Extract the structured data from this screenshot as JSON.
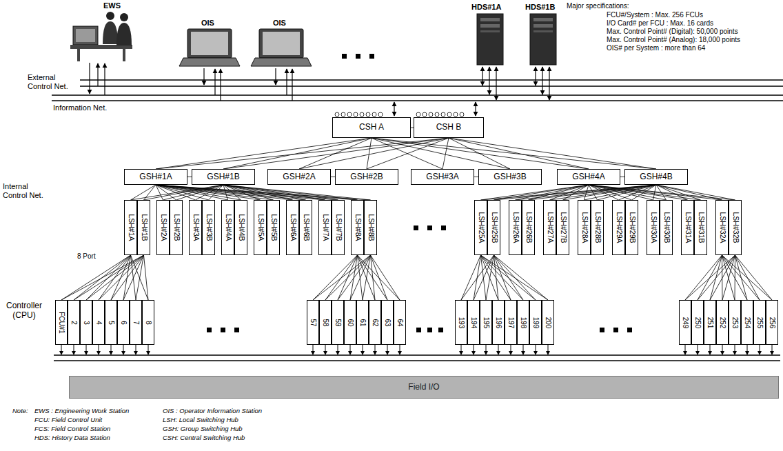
{
  "diagram": {
    "nodes": [
      {
        "text": [
          "CSH A"
        ]
      },
      {
        "text": [
          "CSH B"
        ]
      },
      {
        "text": [
          "GSH#1A"
        ]
      },
      {
        "text": [
          "GSH#1B"
        ]
      },
      {
        "text": [
          "GSH#2A"
        ]
      },
      {
        "text": [
          "GSH#2B"
        ]
      },
      {
        "text": [
          "GSH#3A"
        ]
      },
      {
        "text": [
          "GSH#3B"
        ]
      },
      {
        "text": [
          "GSH#4A"
        ]
      },
      {
        "text": [
          "GSH#4B"
        ]
      },
      {
        "text": [
          "LSH#1A"
        ]
      },
      {
        "text": [
          "LSH#1B"
        ]
      },
      {
        "text": [
          "LSH#2A"
        ]
      },
      {
        "text": [
          "LSH#2B"
        ]
      },
      {
        "text": [
          "LSH#3A"
        ]
      },
      {
        "text": [
          "LSH#3B"
        ]
      },
      {
        "text": [
          "LSH#4A"
        ]
      },
      {
        "text": [
          "LSH#4B"
        ]
      },
      {
        "text": [
          "LSH#5A"
        ]
      },
      {
        "text": [
          "LSH#5B"
        ]
      },
      {
        "text": [
          "LSH#6A"
        ]
      },
      {
        "text": [
          "LSH#6B"
        ]
      },
      {
        "text": [
          "LSH#7A"
        ]
      },
      {
        "text": [
          "LSH#7B"
        ]
      },
      {
        "text": [
          "LSH#8A"
        ]
      },
      {
        "text": [
          "LSH#8B"
        ]
      },
      {
        "text": [
          "LSH#25A"
        ]
      },
      {
        "text": [
          "LSH#25B"
        ]
      },
      {
        "text": [
          "LSH#26A"
        ]
      },
      {
        "text": [
          "LSH#26B"
        ]
      },
      {
        "text": [
          "LSH#27A"
        ]
      },
      {
        "text": [
          "LSH#27B"
        ]
      },
      {
        "text": [
          "LSH#28A"
        ]
      },
      {
        "text": [
          "LSH#28B"
        ]
      },
      {
        "text": [
          "LSH#29A"
        ]
      },
      {
        "text": [
          "LSH#29B"
        ]
      },
      {
        "text": [
          "LSH#30A"
        ]
      },
      {
        "text": [
          "LSH#30B"
        ]
      },
      {
        "text": [
          "LSH#31A"
        ]
      },
      {
        "text": [
          "LSH#31B"
        ]
      },
      {
        "text": [
          "LSH#32A"
        ]
      },
      {
        "text": [
          "LSH#32B"
        ]
      },
      {
        "text": [
          "FCU#1"
        ]
      },
      {
        "text": [
          "2"
        ]
      },
      {
        "text": [
          "3"
        ]
      },
      {
        "text": [
          "4"
        ]
      },
      {
        "text": [
          "5"
        ]
      },
      {
        "text": [
          "6"
        ]
      },
      {
        "text": [
          "7"
        ]
      },
      {
        "text": [
          "8"
        ]
      },
      {
        "text": [
          "57"
        ]
      },
      {
        "text": [
          "58"
        ]
      },
      {
        "text": [
          "59"
        ]
      },
      {
        "text": [
          "60"
        ]
      },
      {
        "text": [
          "61"
        ]
      },
      {
        "text": [
          "62"
        ]
      },
      {
        "text": [
          "63"
        ]
      },
      {
        "text": [
          "64"
        ]
      },
      {
        "text": [
          "193"
        ]
      },
      {
        "text": [
          "194"
        ]
      },
      {
        "text": [
          "195"
        ]
      },
      {
        "text": [
          "196"
        ]
      },
      {
        "text": [
          "197"
        ]
      },
      {
        "text": [
          "198"
        ]
      },
      {
        "text": [
          "199"
        ]
      },
      {
        "text": [
          "200"
        ]
      },
      {
        "text": [
          "249"
        ]
      },
      {
        "text": [
          "250"
        ]
      },
      {
        "text": [
          "251"
        ]
      },
      {
        "text": [
          "252"
        ]
      },
      {
        "text": [
          "253"
        ]
      },
      {
        "text": [
          "254"
        ]
      },
      {
        "text": [
          "255"
        ]
      },
      {
        "text": [
          "256"
        ]
      },
      {
        "text": [
          "Field I/O"
        ]
      }
    ],
    "edges": [
      {
        "from": 0,
        "to": 1,
        "arrow": "none"
      },
      {
        "from": 0,
        "to": 2,
        "arrow": "none"
      },
      {
        "from": 0,
        "to": 3,
        "arrow": "none"
      },
      {
        "from": 0,
        "to": 4,
        "arrow": "none"
      },
      {
        "from": 0,
        "to": 5,
        "arrow": "none"
      },
      {
        "from": 0,
        "to": 6,
        "arrow": "none"
      },
      {
        "from": 0,
        "to": 7,
        "arrow": "none"
      },
      {
        "from": 0,
        "to": 8,
        "arrow": "none"
      },
      {
        "from": 0,
        "to": 9,
        "arrow": "none"
      },
      {
        "from": 1,
        "to": 2,
        "arrow": "none"
      },
      {
        "from": 1,
        "to": 3,
        "arrow": "none"
      },
      {
        "from": 1,
        "to": 4,
        "arrow": "none"
      },
      {
        "from": 1,
        "to": 5,
        "arrow": "none"
      },
      {
        "from": 1,
        "to": 6,
        "arrow": "none"
      },
      {
        "from": 1,
        "to": 7,
        "arrow": "none"
      },
      {
        "from": 1,
        "to": 8,
        "arrow": "none"
      },
      {
        "from": 1,
        "to": 9,
        "arrow": "none"
      },
      {
        "from": 2,
        "to": 3,
        "arrow": "none"
      },
      {
        "from": 4,
        "to": 5,
        "arrow": "none"
      },
      {
        "from": 6,
        "to": 7,
        "arrow": "none"
      },
      {
        "from": 8,
        "to": 9,
        "arrow": "none"
      },
      {
        "from": 2,
        "to": 10,
        "arrow": "none"
      },
      {
        "from": 2,
        "to": 11,
        "arrow": "none"
      },
      {
        "from": 2,
        "to": 12,
        "arrow": "none"
      },
      {
        "from": 2,
        "to": 13,
        "arrow": "none"
      },
      {
        "from": 2,
        "to": 14,
        "arrow": "none"
      },
      {
        "from": 2,
        "to": 15,
        "arrow": "none"
      },
      {
        "from": 2,
        "to": 16,
        "arrow": "none"
      },
      {
        "from": 2,
        "to": 17,
        "arrow": "none"
      },
      {
        "from": 2,
        "to": 18,
        "arrow": "none"
      },
      {
        "from": 2,
        "to": 19,
        "arrow": "none"
      },
      {
        "from": 2,
        "to": 20,
        "arrow": "none"
      },
      {
        "from": 2,
        "to": 21,
        "arrow": "none"
      },
      {
        "from": 2,
        "to": 22,
        "arrow": "none"
      },
      {
        "from": 2,
        "to": 23,
        "arrow": "none"
      },
      {
        "from": 2,
        "to": 24,
        "arrow": "none"
      },
      {
        "from": 2,
        "to": 25,
        "arrow": "none"
      },
      {
        "from": 3,
        "to": 10,
        "arrow": "none"
      },
      {
        "from": 3,
        "to": 11,
        "arrow": "none"
      },
      {
        "from": 3,
        "to": 12,
        "arrow": "none"
      },
      {
        "from": 3,
        "to": 13,
        "arrow": "none"
      },
      {
        "from": 3,
        "to": 14,
        "arrow": "none"
      },
      {
        "from": 3,
        "to": 15,
        "arrow": "none"
      },
      {
        "from": 3,
        "to": 16,
        "arrow": "none"
      },
      {
        "from": 3,
        "to": 17,
        "arrow": "none"
      },
      {
        "from": 3,
        "to": 18,
        "arrow": "none"
      },
      {
        "from": 3,
        "to": 19,
        "arrow": "none"
      },
      {
        "from": 3,
        "to": 20,
        "arrow": "none"
      },
      {
        "from": 3,
        "to": 21,
        "arrow": "none"
      },
      {
        "from": 3,
        "to": 22,
        "arrow": "none"
      },
      {
        "from": 3,
        "to": 23,
        "arrow": "none"
      },
      {
        "from": 3,
        "to": 24,
        "arrow": "none"
      },
      {
        "from": 3,
        "to": 25,
        "arrow": "none"
      },
      {
        "from": 8,
        "to": 26,
        "arrow": "none"
      },
      {
        "from": 8,
        "to": 27,
        "arrow": "none"
      },
      {
        "from": 8,
        "to": 28,
        "arrow": "none"
      },
      {
        "from": 8,
        "to": 29,
        "arrow": "none"
      },
      {
        "from": 8,
        "to": 30,
        "arrow": "none"
      },
      {
        "from": 8,
        "to": 31,
        "arrow": "none"
      },
      {
        "from": 8,
        "to": 32,
        "arrow": "none"
      },
      {
        "from": 8,
        "to": 33,
        "arrow": "none"
      },
      {
        "from": 8,
        "to": 34,
        "arrow": "none"
      },
      {
        "from": 8,
        "to": 35,
        "arrow": "none"
      },
      {
        "from": 8,
        "to": 36,
        "arrow": "none"
      },
      {
        "from": 8,
        "to": 37,
        "arrow": "none"
      },
      {
        "from": 8,
        "to": 38,
        "arrow": "none"
      },
      {
        "from": 8,
        "to": 39,
        "arrow": "none"
      },
      {
        "from": 8,
        "to": 40,
        "arrow": "none"
      },
      {
        "from": 8,
        "to": 41,
        "arrow": "none"
      },
      {
        "from": 9,
        "to": 26,
        "arrow": "none"
      },
      {
        "from": 9,
        "to": 27,
        "arrow": "none"
      },
      {
        "from": 9,
        "to": 28,
        "arrow": "none"
      },
      {
        "from": 9,
        "to": 29,
        "arrow": "none"
      },
      {
        "from": 9,
        "to": 30,
        "arrow": "none"
      },
      {
        "from": 9,
        "to": 31,
        "arrow": "none"
      },
      {
        "from": 9,
        "to": 32,
        "arrow": "none"
      },
      {
        "from": 9,
        "to": 33,
        "arrow": "none"
      },
      {
        "from": 9,
        "to": 34,
        "arrow": "none"
      },
      {
        "from": 9,
        "to": 35,
        "arrow": "none"
      },
      {
        "from": 9,
        "to": 36,
        "arrow": "none"
      },
      {
        "from": 9,
        "to": 37,
        "arrow": "none"
      },
      {
        "from": 9,
        "to": 38,
        "arrow": "none"
      },
      {
        "from": 9,
        "to": 39,
        "arrow": "none"
      },
      {
        "from": 9,
        "to": 40,
        "arrow": "none"
      },
      {
        "from": 9,
        "to": 41,
        "arrow": "none"
      },
      {
        "from": 10,
        "to": 42,
        "arrow": "none"
      },
      {
        "from": 10,
        "to": 43,
        "arrow": "none"
      },
      {
        "from": 10,
        "to": 44,
        "arrow": "none"
      },
      {
        "from": 10,
        "to": 45,
        "arrow": "none"
      },
      {
        "from": 10,
        "to": 46,
        "arrow": "none"
      },
      {
        "from": 10,
        "to": 47,
        "arrow": "none"
      },
      {
        "from": 10,
        "to": 48,
        "arrow": "none"
      },
      {
        "from": 10,
        "to": 49,
        "arrow": "none"
      },
      {
        "from": 11,
        "to": 42,
        "arrow": "none"
      },
      {
        "from": 11,
        "to": 43,
        "arrow": "none"
      },
      {
        "from": 11,
        "to": 44,
        "arrow": "none"
      },
      {
        "from": 11,
        "to": 45,
        "arrow": "none"
      },
      {
        "from": 11,
        "to": 46,
        "arrow": "none"
      },
      {
        "from": 11,
        "to": 47,
        "arrow": "none"
      },
      {
        "from": 11,
        "to": 48,
        "arrow": "none"
      },
      {
        "from": 11,
        "to": 49,
        "arrow": "none"
      },
      {
        "from": 24,
        "to": 50,
        "arrow": "none"
      },
      {
        "from": 24,
        "to": 51,
        "arrow": "none"
      },
      {
        "from": 24,
        "to": 52,
        "arrow": "none"
      },
      {
        "from": 24,
        "to": 53,
        "arrow": "none"
      },
      {
        "from": 24,
        "to": 54,
        "arrow": "none"
      },
      {
        "from": 24,
        "to": 55,
        "arrow": "none"
      },
      {
        "from": 24,
        "to": 56,
        "arrow": "none"
      },
      {
        "from": 24,
        "to": 57,
        "arrow": "none"
      },
      {
        "from": 25,
        "to": 50,
        "arrow": "none"
      },
      {
        "from": 25,
        "to": 51,
        "arrow": "none"
      },
      {
        "from": 25,
        "to": 52,
        "arrow": "none"
      },
      {
        "from": 25,
        "to": 53,
        "arrow": "none"
      },
      {
        "from": 25,
        "to": 54,
        "arrow": "none"
      },
      {
        "from": 25,
        "to": 55,
        "arrow": "none"
      },
      {
        "from": 25,
        "to": 56,
        "arrow": "none"
      },
      {
        "from": 25,
        "to": 57,
        "arrow": "none"
      },
      {
        "from": 26,
        "to": 58,
        "arrow": "none"
      },
      {
        "from": 26,
        "to": 59,
        "arrow": "none"
      },
      {
        "from": 26,
        "to": 60,
        "arrow": "none"
      },
      {
        "from": 26,
        "to": 61,
        "arrow": "none"
      },
      {
        "from": 26,
        "to": 62,
        "arrow": "none"
      },
      {
        "from": 26,
        "to": 63,
        "arrow": "none"
      },
      {
        "from": 26,
        "to": 64,
        "arrow": "none"
      },
      {
        "from": 26,
        "to": 65,
        "arrow": "none"
      },
      {
        "from": 27,
        "to": 58,
        "arrow": "none"
      },
      {
        "from": 27,
        "to": 59,
        "arrow": "none"
      },
      {
        "from": 27,
        "to": 60,
        "arrow": "none"
      },
      {
        "from": 27,
        "to": 61,
        "arrow": "none"
      },
      {
        "from": 27,
        "to": 62,
        "arrow": "none"
      },
      {
        "from": 27,
        "to": 63,
        "arrow": "none"
      },
      {
        "from": 27,
        "to": 64,
        "arrow": "none"
      },
      {
        "from": 27,
        "to": 65,
        "arrow": "none"
      },
      {
        "from": 40,
        "to": 66,
        "arrow": "none"
      },
      {
        "from": 40,
        "to": 67,
        "arrow": "none"
      },
      {
        "from": 40,
        "to": 68,
        "arrow": "none"
      },
      {
        "from": 40,
        "to": 69,
        "arrow": "none"
      },
      {
        "from": 40,
        "to": 70,
        "arrow": "none"
      },
      {
        "from": 40,
        "to": 71,
        "arrow": "none"
      },
      {
        "from": 40,
        "to": 72,
        "arrow": "none"
      },
      {
        "from": 40,
        "to": 73,
        "arrow": "none"
      },
      {
        "from": 41,
        "to": 66,
        "arrow": "none"
      },
      {
        "from": 41,
        "to": 67,
        "arrow": "none"
      },
      {
        "from": 41,
        "to": 68,
        "arrow": "none"
      },
      {
        "from": 41,
        "to": 69,
        "arrow": "none"
      },
      {
        "from": 41,
        "to": 70,
        "arrow": "none"
      },
      {
        "from": 41,
        "to": 71,
        "arrow": "none"
      },
      {
        "from": 41,
        "to": 72,
        "arrow": "none"
      },
      {
        "from": 41,
        "to": 73,
        "arrow": "none"
      }
    ],
    "labels": [
      "EWS",
      "OIS",
      "OIS",
      "HDS#1A",
      "HDS#1B",
      "Major specifications:",
      "FCU#/System : Max. 256 FCUs",
      "I/O Card# per FCU : Max. 16 cards",
      "Max. Control Point# (Digital): 50,000 points",
      "Max. Control Point# (Analog): 18,000 points",
      "OIS# per System : more than 64",
      "External Control Net.",
      "Information Net.",
      "Internal Control Net.",
      "8 Port",
      "Controller (CPU)",
      "Note:",
      "EWS : Engineering Work Station",
      "OIS : Operator Information Station",
      "FCU: Field Control Unit",
      "LSH: Local Switching Hub",
      "FCS: Field Control Station",
      "GSH: Group Switching Hub",
      "HDS: History Data Station",
      "CSH: Central Switching Hub"
    ]
  }
}
